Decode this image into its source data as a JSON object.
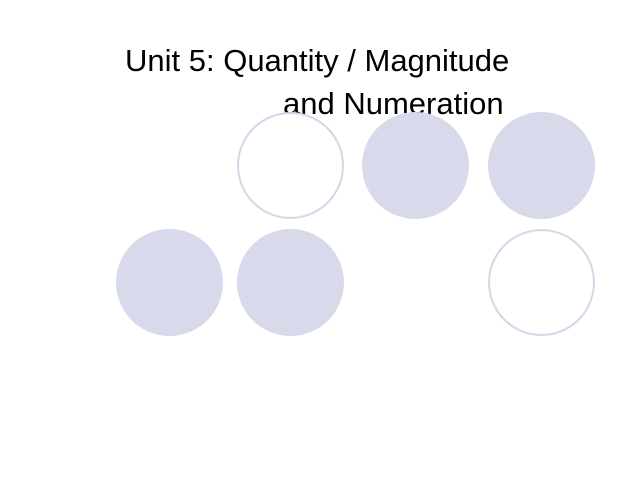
{
  "slide": {
    "title_line1": "Unit 5: Quantity / Magnitude",
    "title_line2": "and Numeration"
  },
  "colors": {
    "filled": "#d9d9ec",
    "outline": "#d6d6e8",
    "background": "#ffffff"
  },
  "circles": [
    {
      "row": 1,
      "col": 2,
      "state": "empty"
    },
    {
      "row": 1,
      "col": 3,
      "state": "filled"
    },
    {
      "row": 1,
      "col": 4,
      "state": "filled"
    },
    {
      "row": 2,
      "col": 1,
      "state": "filled"
    },
    {
      "row": 2,
      "col": 2,
      "state": "filled"
    },
    {
      "row": 2,
      "col": 4,
      "state": "empty"
    }
  ]
}
